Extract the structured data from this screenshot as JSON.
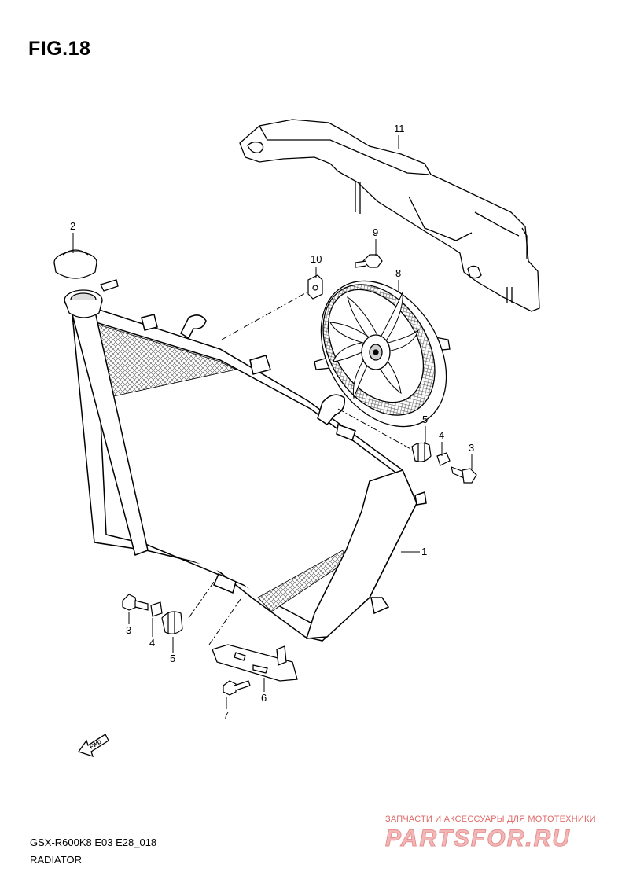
{
  "figure": {
    "title": "FIG.18"
  },
  "footer": {
    "model_code": "GSX-R600K8 E03 E28_018",
    "section_name": "RADIATOR"
  },
  "watermark": {
    "tagline": "ЗАПЧАСТИ И АКСЕССУАРЫ ДЛЯ МОТОТЕХНИКИ",
    "logo_text": "PARTSFOR.RU"
  },
  "fwd_label": "FWD",
  "callouts": {
    "radiator": "1",
    "radiator_cap": "2",
    "bolt_right": "3",
    "bolt_left": "3",
    "collar_right": "4",
    "collar_left": "4",
    "grommet_right": "5",
    "grommet_left": "5",
    "lower_bracket": "6",
    "bracket_bolt": "7",
    "cooling_fan": "8",
    "fan_bolt": "9",
    "nut": "10",
    "air_guide": "11"
  }
}
